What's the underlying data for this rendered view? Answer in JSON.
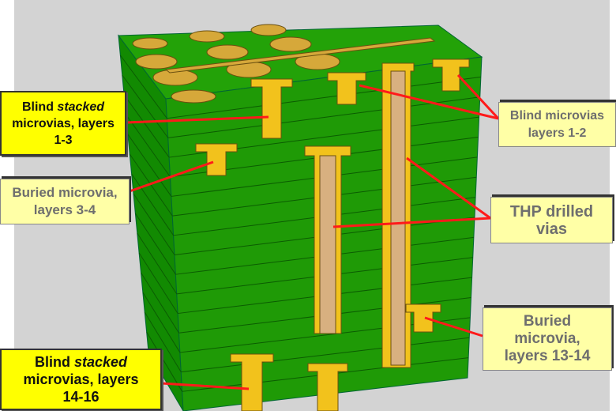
{
  "labels": {
    "blind_stacked_1_3": {
      "line1_a": "Blind ",
      "line1_b": "stacked",
      "line2": "microvias, layers",
      "line3": "1-3"
    },
    "buried_3_4": {
      "line1": "Buried microvia,",
      "line2": "layers 3-4"
    },
    "blind_1_2": {
      "line1": "Blind microvias",
      "line2": "layers 1-2"
    },
    "thp": {
      "line1": "THP drilled",
      "line2": "vias"
    },
    "buried_13_14": {
      "line1": "Buried",
      "line2": "microvia,",
      "line3": "layers 13-14"
    },
    "blind_stacked_14_16": {
      "line1_a": "Blind ",
      "line1_b": "stacked",
      "line2": "microvias, layers",
      "line3": "14-16"
    }
  },
  "colors": {
    "pcb": "#1f9a06",
    "copper": "#f2c21c",
    "drill": "#d8b080",
    "arrow": "#ff1a1a",
    "label_bright": "#ffff00",
    "label_pale": "#ffffa6"
  }
}
